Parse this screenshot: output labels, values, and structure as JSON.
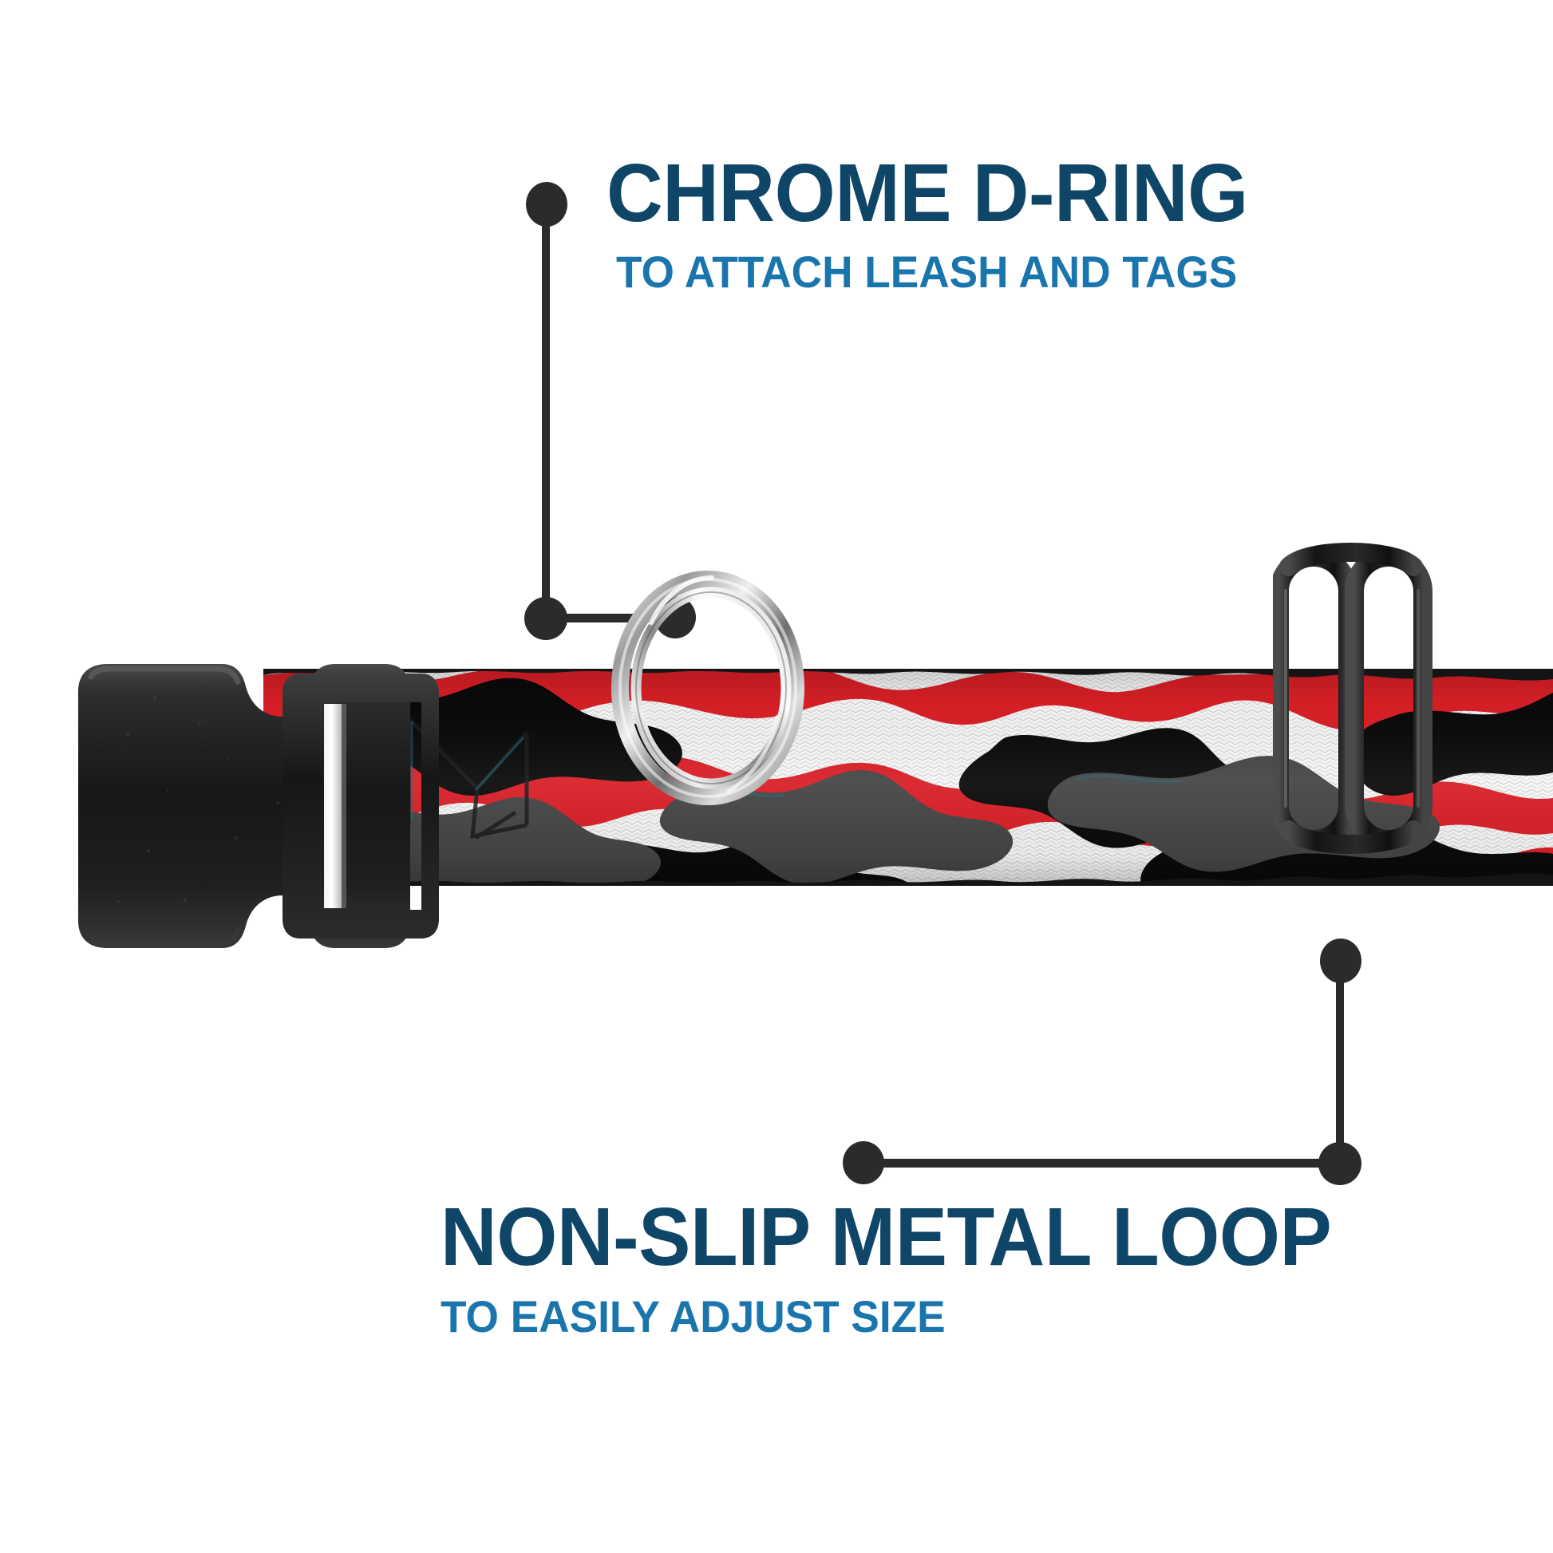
{
  "page": {
    "background_color": "#ffffff",
    "product": "dog collar infographic"
  },
  "theme": {
    "title_color": "#0f4668",
    "subtitle_color": "#1a75ad",
    "leader_color": "#2b2b2b",
    "camo_red": "#d81f26",
    "camo_black": "#0a0a0a",
    "camo_gray": "#454545",
    "camo_white": "#f4f4f4",
    "hardware_black": "#1c1c1c",
    "chrome_light": "#e8e8e8",
    "chrome_dark": "#6e6e6e"
  },
  "callouts": [
    {
      "id": "chrome-d-ring",
      "title": "CHROME D-RING",
      "subtitle": "TO ATTACH LEASH AND TAGS",
      "target": "d-ring"
    },
    {
      "id": "non-slip-metal-loop",
      "title": "NON-SLIP METAL LOOP",
      "subtitle": "TO EASILY ADJUST SIZE",
      "target": "metal-loop"
    }
  ],
  "parts": {
    "buckle": "side-release-plastic-buckle",
    "strap": "red-black-white-camo-webbing",
    "d_ring": "chrome-d-ring",
    "slider": "black-metal-tri-glide-loop"
  }
}
